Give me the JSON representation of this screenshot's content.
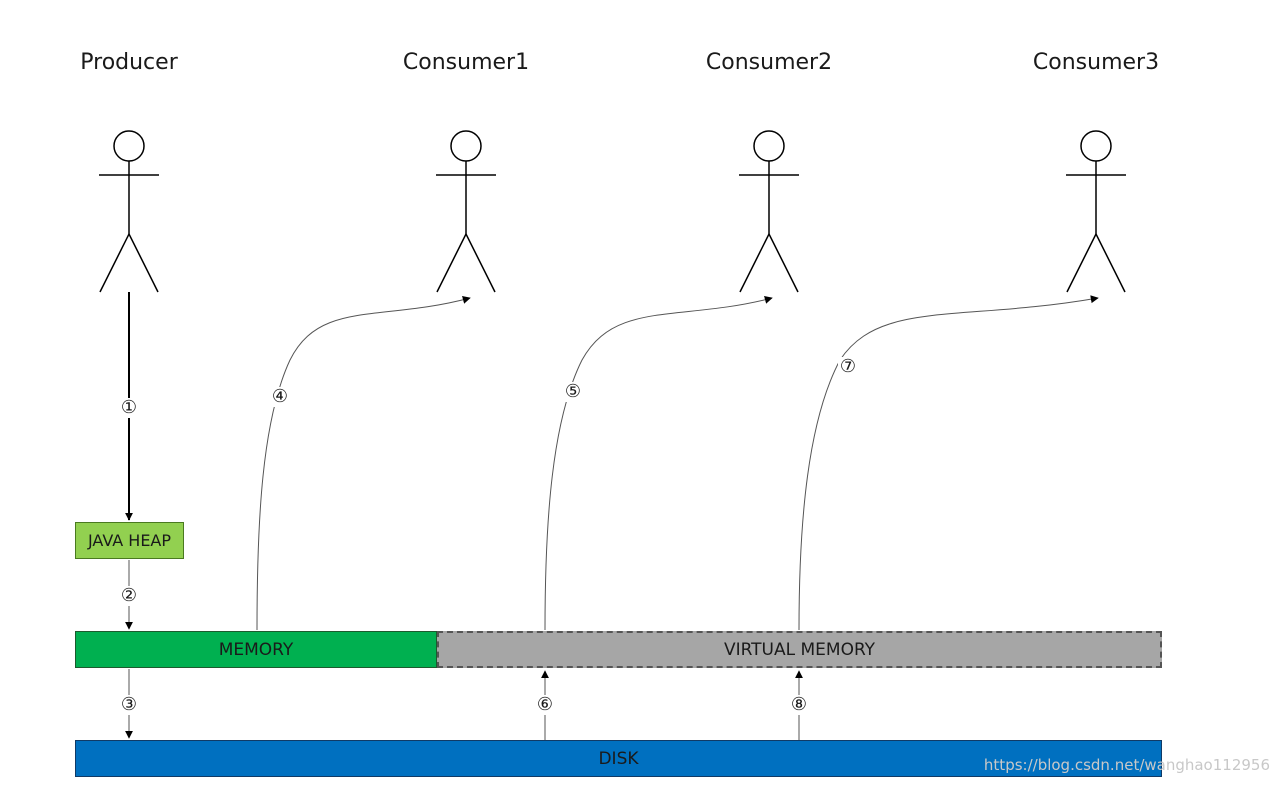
{
  "actors": {
    "producer": "Producer",
    "consumer1": "Consumer1",
    "consumer2": "Consumer2",
    "consumer3": "Consumer3"
  },
  "boxes": {
    "java_heap": "JAVA HEAP",
    "memory": "MEMORY",
    "virtual_memory": "VIRTUAL MEMORY",
    "disk": "DISK"
  },
  "steps": {
    "s1": "①",
    "s2": "②",
    "s3": "③",
    "s4": "④",
    "s5": "⑤",
    "s6": "⑥",
    "s7": "⑦",
    "s8": "⑧"
  },
  "colors": {
    "java_heap": "#92d050",
    "memory": "#00b050",
    "virtual_memory": "#a6a6a6",
    "disk": "#0070c0"
  },
  "watermark": "https://blog.csdn.net/wanghao112956"
}
